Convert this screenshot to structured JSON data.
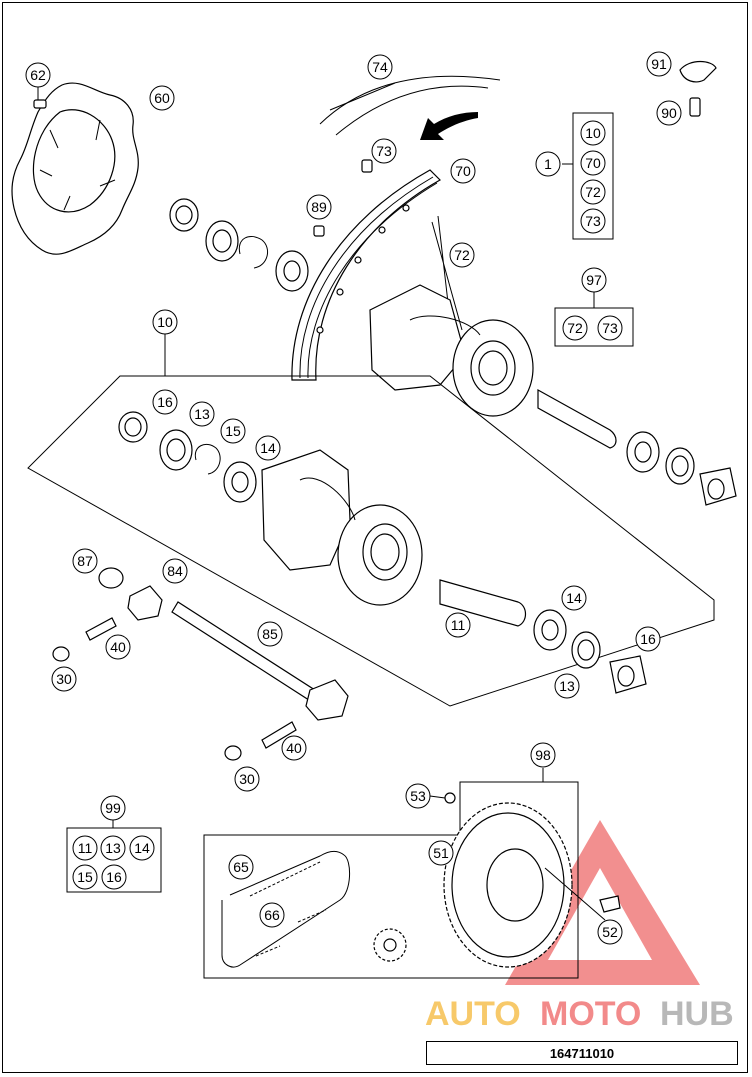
{
  "diagram": {
    "callouts": {
      "c62": "62",
      "c60": "60",
      "c74": "74",
      "c73a": "73",
      "c70": "70",
      "c89": "89",
      "c72a": "72",
      "c91": "91",
      "c90": "90",
      "c1": "1",
      "c10a": "10",
      "c70b": "70",
      "c72b": "72",
      "c73b": "73",
      "c97": "97",
      "c72c": "72",
      "c73c": "73",
      "c10": "10",
      "c16a": "16",
      "c13a": "13",
      "c15": "15",
      "c14a": "14",
      "c87": "87",
      "c84": "84",
      "c40a": "40",
      "c30a": "30",
      "c85": "85",
      "c11": "11",
      "c14b": "14",
      "c16b": "16",
      "c13b": "13",
      "c40b": "40",
      "c30b": "30",
      "c99": "99",
      "k11": "11",
      "k13": "13",
      "k14": "14",
      "k15": "15",
      "k16": "16",
      "c98": "98",
      "c53": "53",
      "c51": "51",
      "c65": "65",
      "c66": "66",
      "c52": "52"
    },
    "watermark": {
      "part1": "AUTO",
      "part2": "MOTO",
      "part3": "HUB",
      "color1": "#f7c96a",
      "color2": "#f28a8a",
      "color3": "#b8b8b8",
      "triangle_color": "#ee6a6a"
    },
    "catalog_number": "164711010"
  }
}
